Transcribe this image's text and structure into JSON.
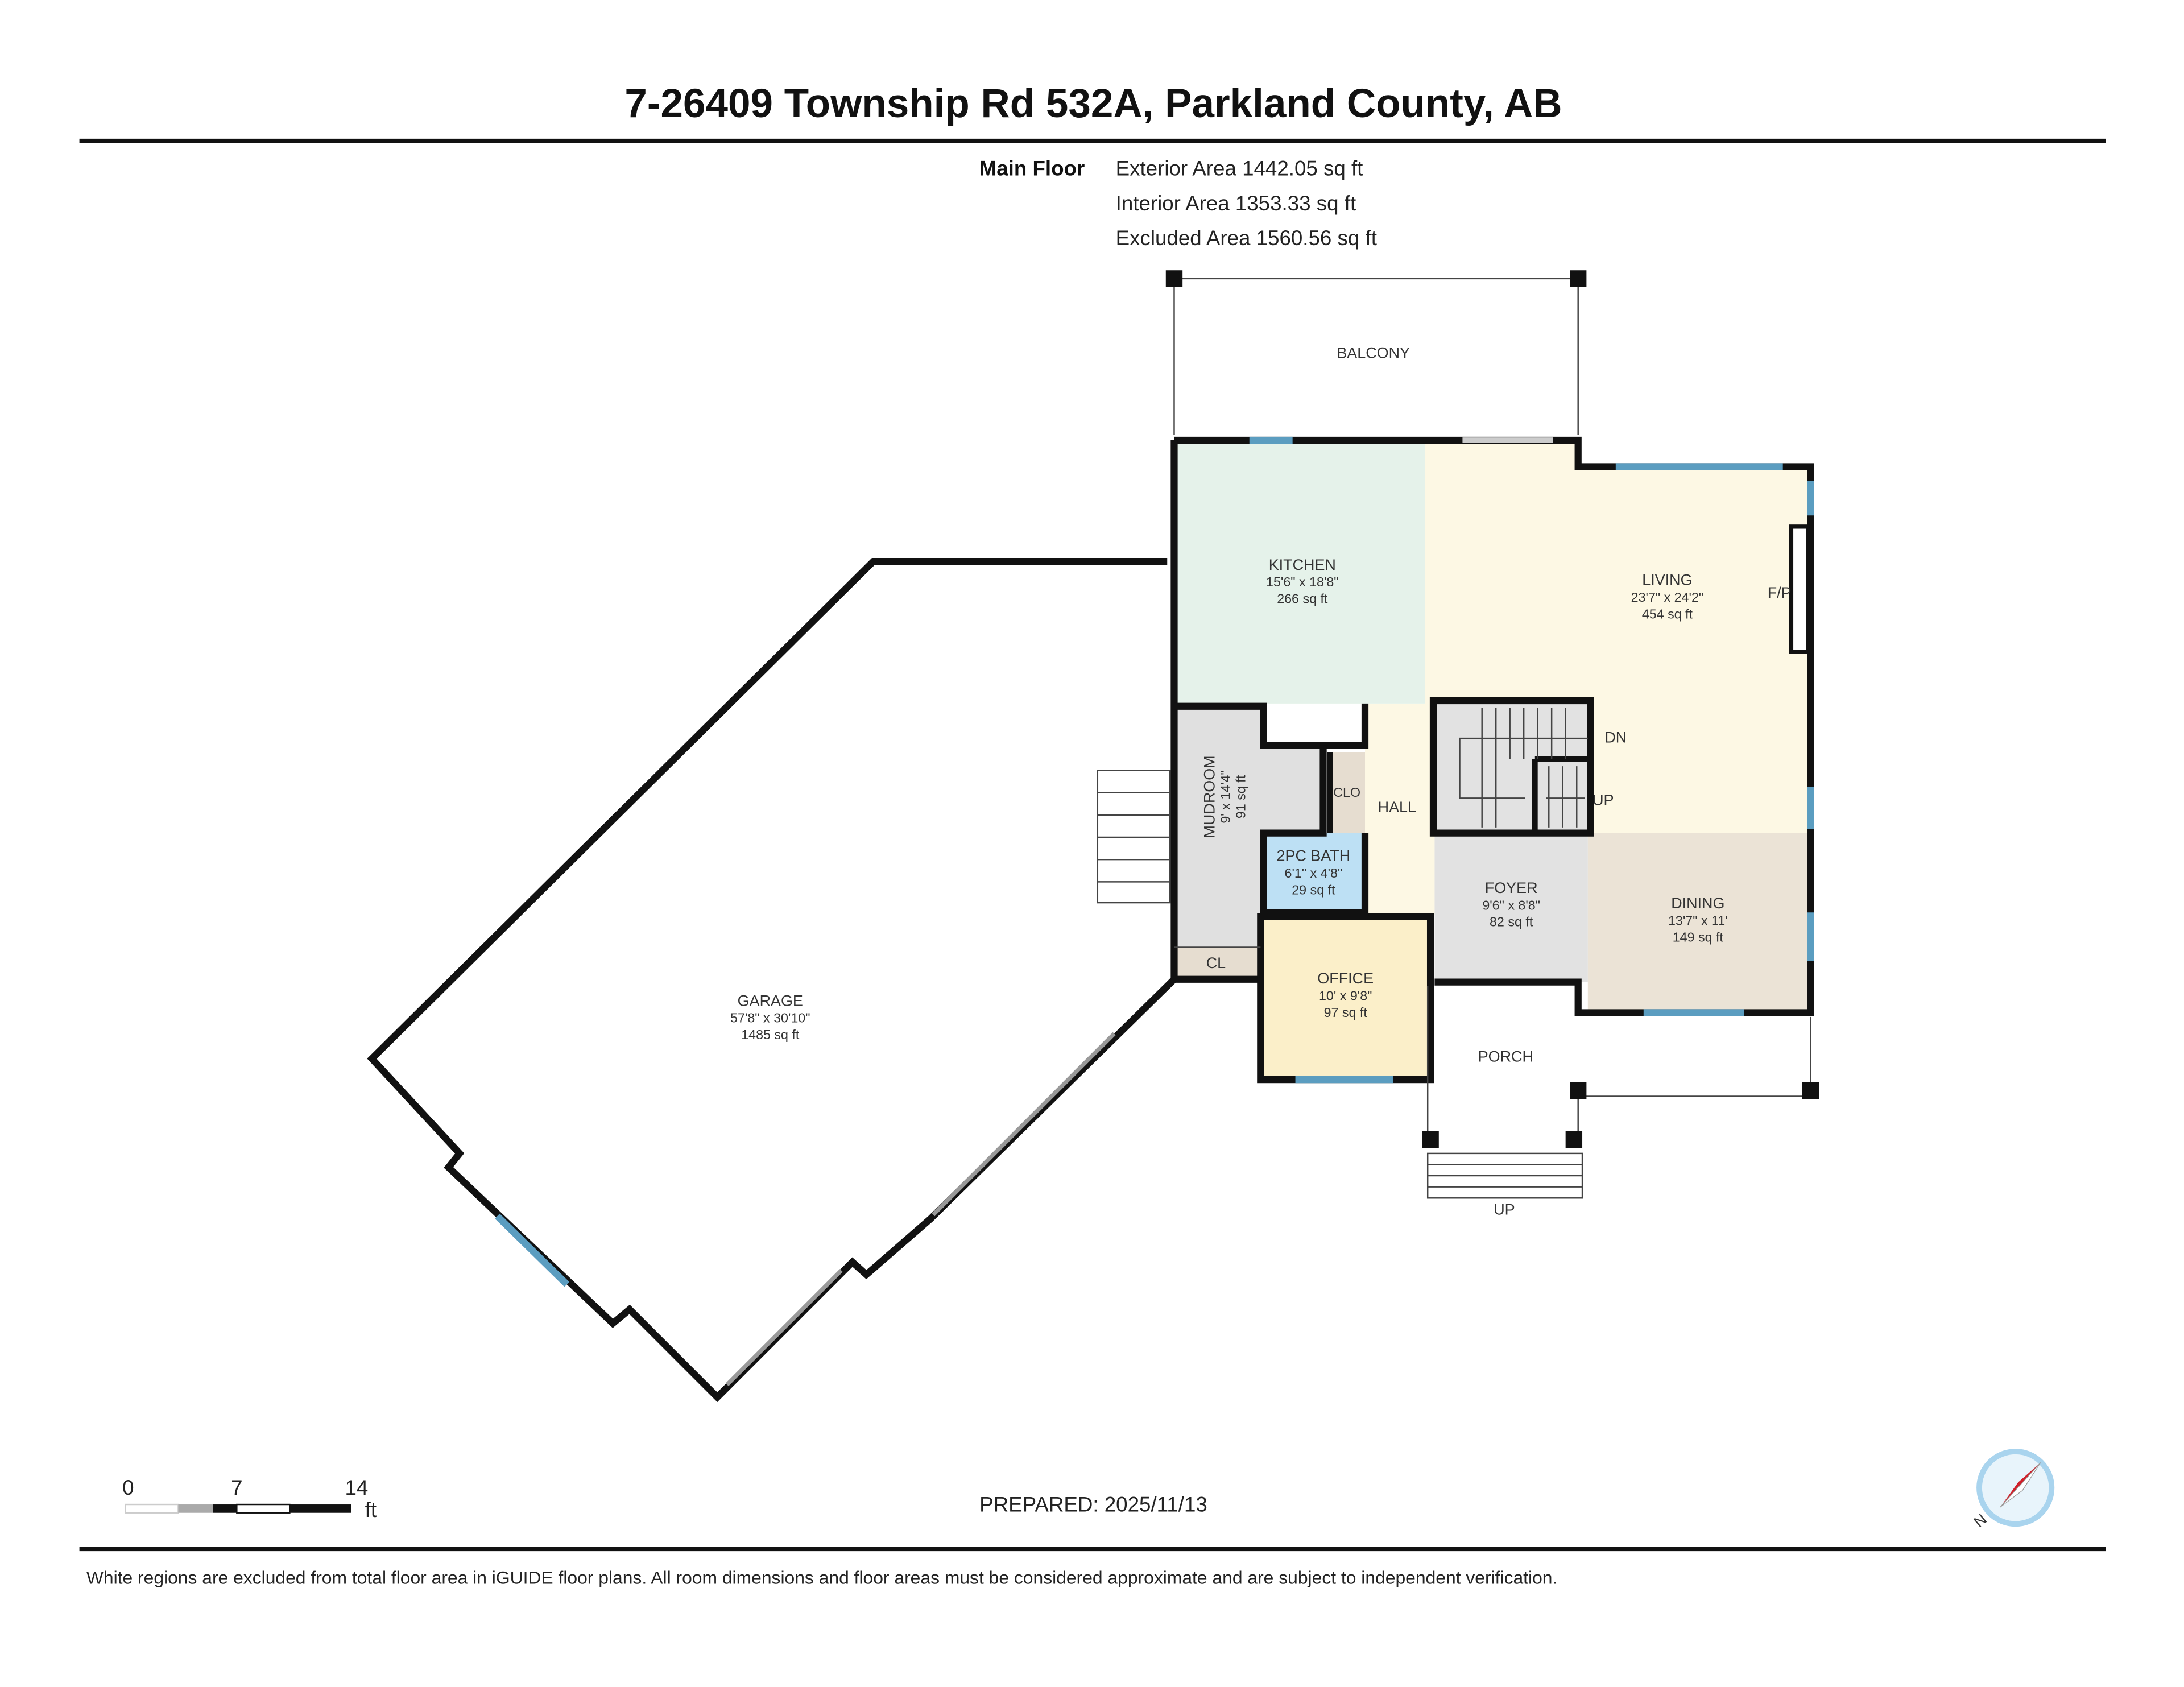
{
  "header": {
    "title": "7-26409 Township Rd 532A, Parkland County, AB",
    "floor_label": "Main Floor",
    "exterior_area": "Exterior Area 1442.05 sq ft",
    "interior_area": "Interior Area 1353.33 sq ft",
    "excluded_area": "Excluded Area 1560.56 sq ft"
  },
  "rooms": {
    "balcony": {
      "name": "BALCONY"
    },
    "kitchen": {
      "name": "KITCHEN",
      "dims": "15'6\" x 18'8\"",
      "area": "266 sq ft"
    },
    "living": {
      "name": "LIVING",
      "dims": "23'7\" x 24'2\"",
      "area": "454 sq ft"
    },
    "fireplace": {
      "name": "F/P"
    },
    "mudroom": {
      "name": "MUDROOM",
      "dims": "9' x 14'4\"",
      "area": "91 sq ft"
    },
    "clo": {
      "name": "CLO"
    },
    "hall": {
      "name": "HALL"
    },
    "stairs_down": {
      "name": "DN"
    },
    "stairs_up": {
      "name": "UP"
    },
    "bath": {
      "name": "2PC BATH",
      "dims": "6'1\" x 4'8\"",
      "area": "29 sq ft"
    },
    "foyer": {
      "name": "FOYER",
      "dims": "9'6\" x 8'8\"",
      "area": "82 sq ft"
    },
    "dining": {
      "name": "DINING",
      "dims": "13'7\" x 11'",
      "area": "149 sq ft"
    },
    "cl": {
      "name": "CL"
    },
    "office": {
      "name": "OFFICE",
      "dims": "10' x 9'8\"",
      "area": "97 sq ft"
    },
    "porch": {
      "name": "PORCH"
    },
    "porch_steps": {
      "name": "UP"
    },
    "garage": {
      "name": "GARAGE",
      "dims": "57'8\" x 30'10\"",
      "area": "1485 sq ft"
    }
  },
  "colors": {
    "kitchen": "#e5f2ea",
    "living": "#fdf8e4",
    "dining": "#ebe3d6",
    "foyer": "#e2e2e2",
    "mudroom": "#e0e0e0",
    "bath": "#bde0f4",
    "office": "#fbefc9",
    "closet": "#e6ddd0",
    "window": "#5b9dc0",
    "compass_red": "#d0202a",
    "compass_ring": "#a9d4ee"
  },
  "scale_bar": {
    "ticks": [
      "0",
      "7",
      "14"
    ],
    "unit": "ft"
  },
  "prepared": "PREPARED: 2025/11/13",
  "compass": {
    "label": "N",
    "icon": "compass-icon"
  },
  "footer": {
    "disclaimer": "White regions are excluded from total floor area in iGUIDE floor plans. All room dimensions and floor areas must be considered approximate and are subject to independent verification."
  }
}
